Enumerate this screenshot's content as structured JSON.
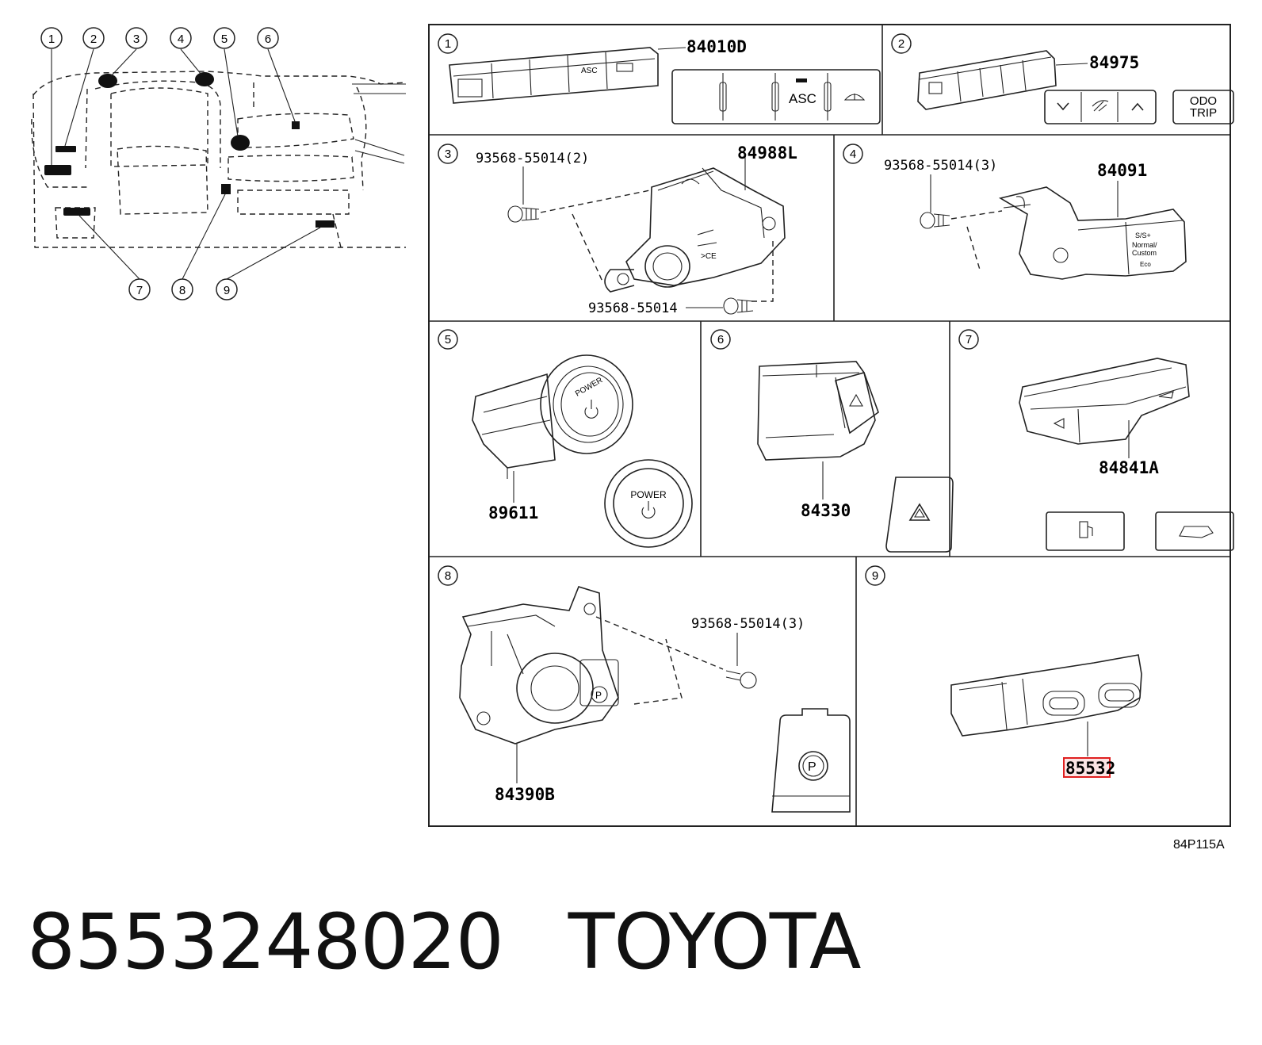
{
  "overview": {
    "callouts": [
      "1",
      "2",
      "3",
      "4",
      "5",
      "6",
      "7",
      "8",
      "9"
    ]
  },
  "panels": [
    {
      "num": "1",
      "parts": [
        "84010D"
      ],
      "button_labels": [
        "ASC"
      ]
    },
    {
      "num": "2",
      "parts": [
        "84975"
      ],
      "button_labels": [
        "ODO",
        "TRIP"
      ]
    },
    {
      "num": "3",
      "parts": [
        "84988L",
        "93568-55014(2)",
        "93568-55014"
      ]
    },
    {
      "num": "4",
      "parts": [
        "84091",
        "93568-55014(3)"
      ],
      "dial_labels": [
        "S/S+",
        "Normal/",
        "Custom",
        "Eco"
      ]
    },
    {
      "num": "5",
      "parts": [
        "89611"
      ],
      "button_labels": [
        "POWER",
        "POWER"
      ]
    },
    {
      "num": "6",
      "parts": [
        "84330"
      ]
    },
    {
      "num": "7",
      "parts": [
        "84841A"
      ]
    },
    {
      "num": "8",
      "parts": [
        "84390B",
        "93568-55014(3)"
      ]
    },
    {
      "num": "9",
      "parts": [
        "85532"
      ],
      "highlight_color": "#e02020"
    }
  ],
  "diagram_code": "84P115A",
  "footer": {
    "part_number": "8553248020",
    "brand": "TOYOTA"
  }
}
